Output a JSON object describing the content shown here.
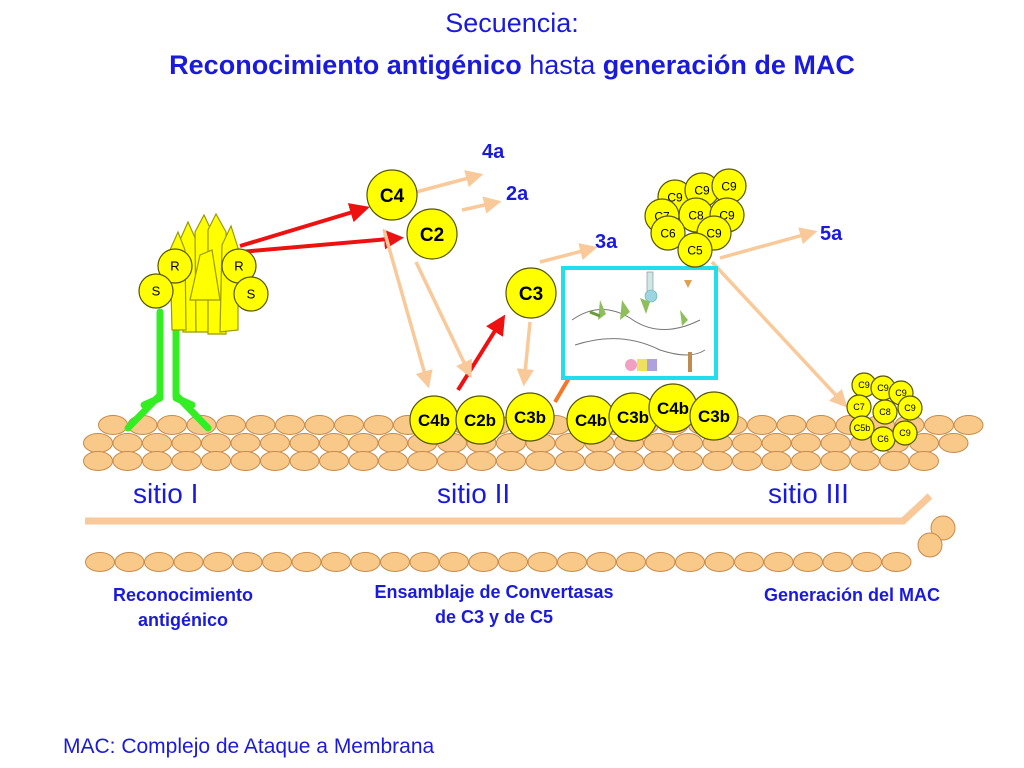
{
  "title": {
    "line1": "Secuencia:",
    "part_a": "Reconocimiento antigénico",
    "part_b": " hasta ",
    "part_c": "generación de MAC"
  },
  "fragments": {
    "c4a": "4a",
    "c2a": "2a",
    "c3a": "3a",
    "c5a": "5a"
  },
  "components": {
    "c4": "C4",
    "c2": "C2",
    "c3": "C3",
    "c4b_1": "C4b",
    "c2b": "C2b",
    "c3b_1": "C3b",
    "c4b_2": "C4b",
    "c3b_2": "C3b",
    "c4b_3": "C4b",
    "c3b_3": "C3b"
  },
  "receptor_labels": {
    "r_left": "R",
    "r_right": "R",
    "s_left": "S",
    "s_right": "S"
  },
  "mac_cluster_top": {
    "c9_a": "C9",
    "c9_b": "C9",
    "c9_c": "C9",
    "c7": "C7",
    "c8": "C8",
    "c9_d": "C9",
    "c6": "C6",
    "c9_e": "C9",
    "c5": "C5"
  },
  "mac_cluster_membrane": {
    "c9_a": "C9",
    "c9_b": "C9",
    "c9_c": "C9",
    "c7": "C7",
    "c8": "C8",
    "c9_d": "C9",
    "c5b": "C5b",
    "c6": "C6",
    "c9_e": "C9"
  },
  "sites": {
    "s1": "sitio I",
    "s2": "sitio II",
    "s3": "sitio III"
  },
  "captions": {
    "c1_line1": "Reconocimiento",
    "c1_line2": "antigénico",
    "c2_line1": "Ensamblaje de Convertasas",
    "c2_line2": "de C3 y de C5",
    "c3": "Generación del MAC"
  },
  "footer": "MAC: Complejo de Ataque a Membrana",
  "colors": {
    "title": "#1a1adc",
    "component_fill": "#ffff00",
    "membrane_bead": "#f9c98a",
    "antibody": "#33ee22",
    "active_arrow": "#ee1111",
    "release_arrow": "#f9c99a",
    "inset_border": "#22ddee"
  }
}
